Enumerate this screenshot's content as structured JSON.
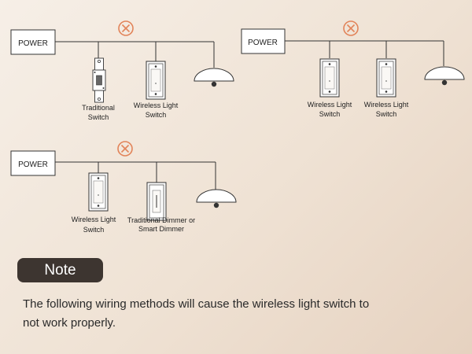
{
  "diagrams": [
    {
      "power_label": "POWER",
      "devices": [
        {
          "type": "traditional",
          "label_lines": [
            "Traditional",
            "Switch"
          ]
        },
        {
          "type": "wireless",
          "label_lines": [
            "Wireless Light",
            "Switch"
          ]
        }
      ]
    },
    {
      "power_label": "POWER",
      "devices": [
        {
          "type": "wireless",
          "label_lines": [
            "Wireless Light",
            "Switch"
          ]
        },
        {
          "type": "wireless",
          "label_lines": [
            "Wireless Light",
            "Switch"
          ]
        }
      ]
    },
    {
      "power_label": "POWER",
      "devices": [
        {
          "type": "wireless",
          "label_lines": [
            "Wireless Light",
            "Switch"
          ]
        },
        {
          "type": "dimmer",
          "label_lines": [
            "Traditional Dimmer or",
            "Smart Dimmer"
          ]
        }
      ]
    }
  ],
  "note": {
    "title": "Note",
    "text": "The following wiring methods will cause the wireless light switch to not work properly."
  },
  "colors": {
    "wire": "#333333",
    "cross_icon": "#e2845a",
    "note_badge_bg": "#3d3530"
  }
}
